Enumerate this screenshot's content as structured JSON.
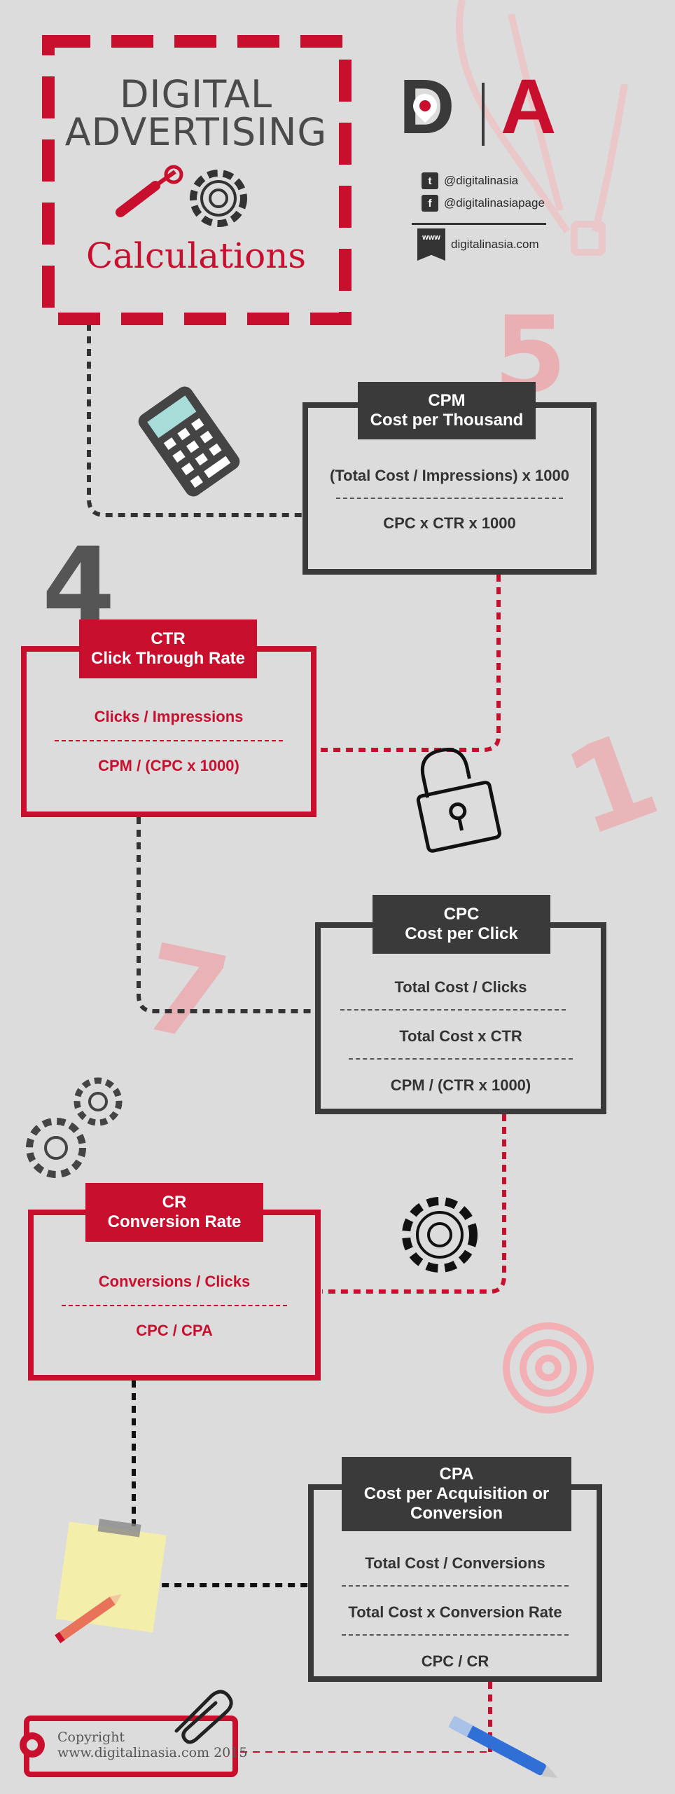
{
  "header": {
    "title_line1": "DIGITAL",
    "title_line2": "ADVERTISING",
    "subtitle": "Calculations"
  },
  "brand": {
    "logo_left": "D",
    "logo_right": "A",
    "twitter": "@digitalinasia",
    "facebook": "@digitalinasiapage",
    "website": "digitalinasia.com",
    "website_badge": "www"
  },
  "numbers": {
    "five": "5",
    "four": "4",
    "one": "1",
    "seven": "7"
  },
  "cpm": {
    "abbr": "CPM",
    "name": "Cost per Thousand",
    "formulas": [
      "(Total Cost / Impressions) x 1000",
      "CPC x CTR x 1000"
    ]
  },
  "ctr": {
    "abbr": "CTR",
    "name": "Click Through Rate",
    "formulas": [
      "Clicks / Impressions",
      "CPM / (CPC x 1000)"
    ]
  },
  "cpc": {
    "abbr": "CPC",
    "name": "Cost per Click",
    "formulas": [
      "Total Cost / Clicks",
      "Total Cost x CTR",
      "CPM / (CTR x 1000)"
    ]
  },
  "cr": {
    "abbr": "CR",
    "name": "Conversion Rate",
    "formulas": [
      "Conversions / Clicks",
      "CPC / CPA"
    ]
  },
  "cpa": {
    "abbr": "CPA",
    "name_line1": "Cost per Acquisition or",
    "name_line2": "Conversion",
    "formulas": [
      "Total Cost / Conversions",
      "Total Cost x Conversion Rate",
      "CPC / CR"
    ]
  },
  "footer": {
    "copyright": "Copyright",
    "site_year": "www.digitalinasia.com 2015"
  },
  "colors": {
    "accent": "#c8102e",
    "dark": "#3a3a3a",
    "background": "#dcdcdc",
    "faded_red": "#f2b0b4"
  }
}
